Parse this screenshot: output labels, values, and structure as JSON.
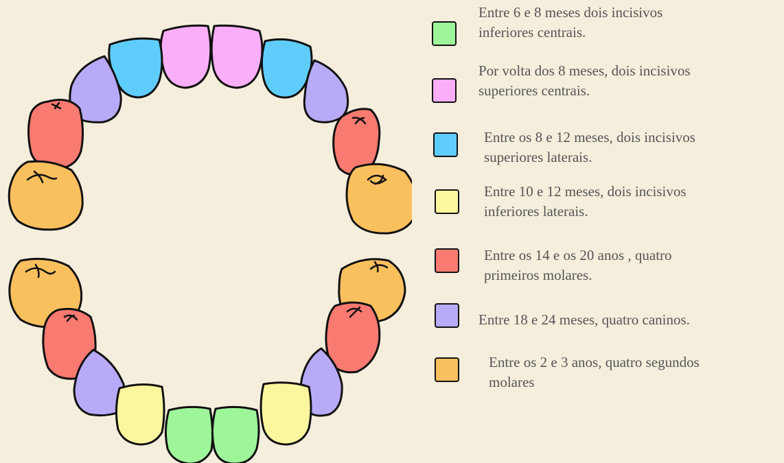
{
  "colors": {
    "lower_central_incisors": "#9ef59a",
    "upper_central_incisors": "#f9aef7",
    "upper_lateral_incisors": "#5fcdfc",
    "lower_lateral_incisors": "#fcf79e",
    "first_molars": "#f97a70",
    "canines": "#b9aaf7",
    "second_molars": "#fbc05e",
    "background": "#f5eedd"
  },
  "legend": [
    {
      "key": "lower_central_incisors",
      "line1": "Entre 6 e 8 meses dois incisivos",
      "line2": "inferiores centrais."
    },
    {
      "key": "upper_central_incisors",
      "line1": "Por volta dos 8 meses, dois incisivos",
      "line2": "superiores centrais."
    },
    {
      "key": "upper_lateral_incisors",
      "line1": "Entre os 8 e 12 meses, dois incisivos",
      "line2": "superiores laterais."
    },
    {
      "key": "lower_lateral_incisors",
      "line1": "Entre 10 e 12 meses, dois incisivos",
      "line2": "inferiores laterais."
    },
    {
      "key": "first_molars",
      "line1": "Entre os 14 e os 20 anos , quatro",
      "line2": "primeiros molares."
    },
    {
      "key": "canines",
      "line1": "Entre 18 e 24 meses, quatro caninos.",
      "line2": ""
    },
    {
      "key": "second_molars",
      "line1": "Entre os 2 e 3 anos, quatro segundos",
      "line2": "molares"
    }
  ]
}
